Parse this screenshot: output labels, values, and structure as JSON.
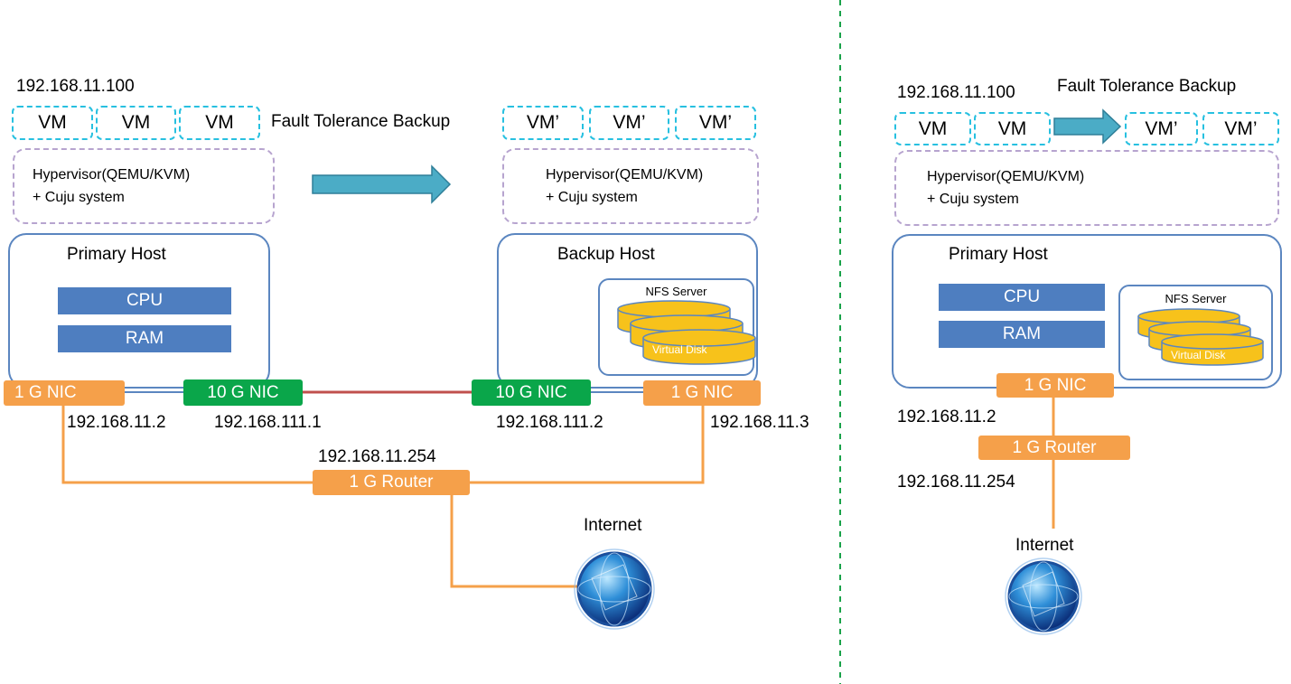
{
  "left": {
    "primary_ip": "192.168.11.100",
    "primary_vms": [
      "VM",
      "VM",
      "VM"
    ],
    "backup_vms": [
      "VM’",
      "VM’",
      "VM’"
    ],
    "ft_backup_label": "Fault Tolerance Backup",
    "hypervisor_line1": "Hypervisor(QEMU/KVM)",
    "hypervisor_line2": "+ Cuju system",
    "primary_host_title": "Primary Host",
    "backup_host_title": "Backup Host",
    "cpu_label": "CPU",
    "ram_label": "RAM",
    "nfs_server_label": "NFS Server",
    "virtual_disk_label": "Virtual Disk",
    "primary_1g_nic": "1 G NIC",
    "primary_10g_nic": "10 G NIC",
    "backup_10g_nic": "10 G NIC",
    "backup_1g_nic": "1 G NIC",
    "ip_primary_1g": "192.168.11.2",
    "ip_primary_10g": "192.168.111.1",
    "ip_backup_10g": "192.168.111.2",
    "ip_backup_1g": "192.168.11.3",
    "ip_router": "192.168.11.254",
    "router_label": "1 G Router",
    "internet_label": "Internet"
  },
  "right": {
    "primary_ip": "192.168.11.100",
    "ft_backup_label": "Fault Tolerance Backup",
    "vms": [
      "VM",
      "VM"
    ],
    "backup_vms": [
      "VM’",
      "VM’"
    ],
    "hypervisor_line1": "Hypervisor(QEMU/KVM)",
    "hypervisor_line2": "+ Cuju system",
    "primary_host_title": "Primary Host",
    "cpu_label": "CPU",
    "ram_label": "RAM",
    "nfs_server_label": "NFS Server",
    "virtual_disk_label": "Virtual Disk",
    "nic_label": "1 G NIC",
    "ip_nic": "192.168.11.2",
    "router_label": "1 G Router",
    "ip_router": "192.168.11.254",
    "internet_label": "Internet"
  },
  "colors": {
    "vm_border": "#27c0e0",
    "hypervisor_border": "#b7a4cf",
    "host_border": "#5b86c0",
    "component_fill": "#4e7ec0",
    "nic_orange": "#f5a04a",
    "nic_green": "#0aa64a",
    "link_red": "#c0504d",
    "divider_green": "#1aa34a",
    "arrow_fill": "#4bacc6",
    "disk_fill": "#f7c21b"
  }
}
